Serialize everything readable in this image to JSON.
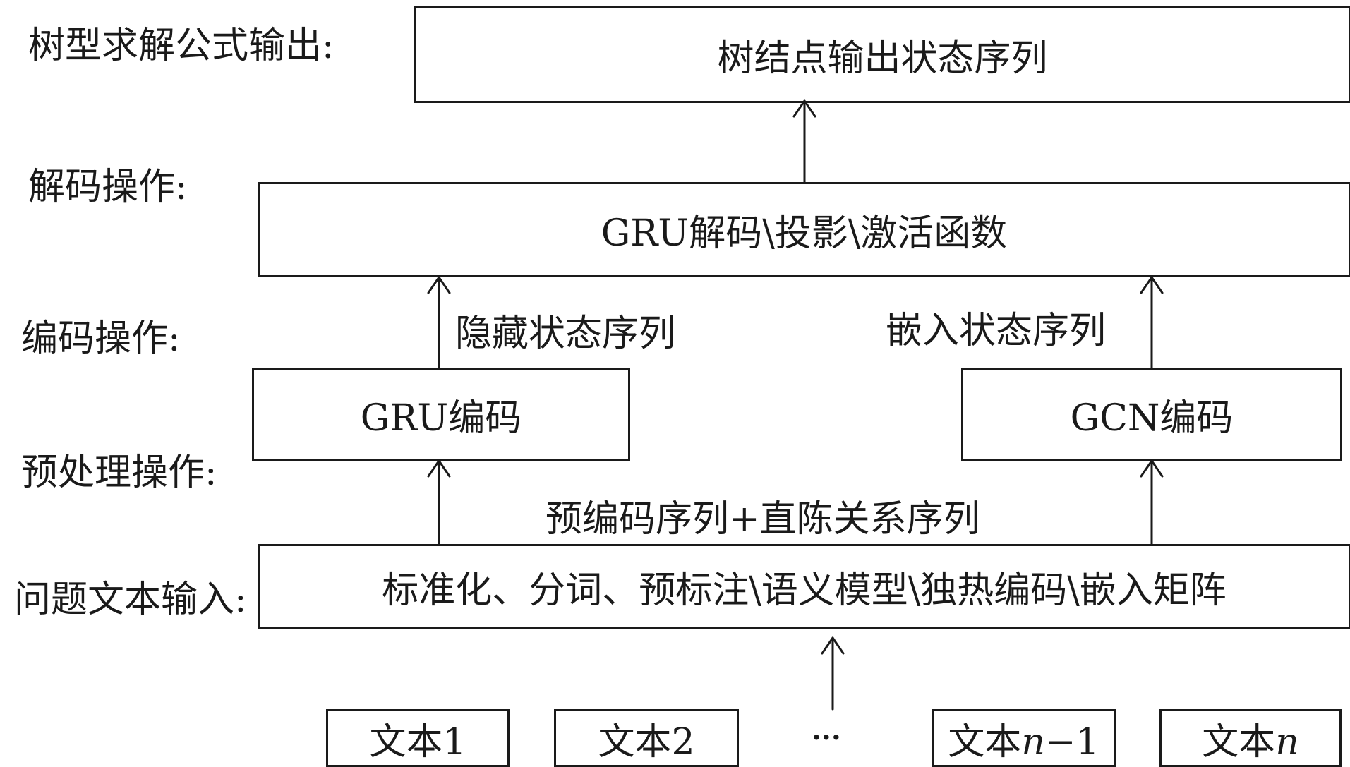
{
  "rows": {
    "output": {
      "label": "树型求解公式输出:",
      "box": "树结点输出状态序列"
    },
    "decode": {
      "label": "解码操作:",
      "box": "GRU解码\\投影\\激活函数"
    },
    "encode": {
      "label": "编码操作:",
      "gru_box": "GRU编码",
      "gcn_box": "GCN编码"
    },
    "preprocess": {
      "label": "预处理操作:",
      "box": "标准化、分词、预标注\\语义模型\\独热编码\\嵌入矩阵"
    },
    "input": {
      "label": "问题文本输入:",
      "items": [
        {
          "prefix": "文本",
          "suffix": "1"
        },
        {
          "prefix": "文本",
          "suffix": "2"
        },
        {
          "prefix": "文本",
          "suffix": "n",
          "tail": "−1"
        },
        {
          "prefix": "文本",
          "suffix": "n"
        }
      ],
      "ellipsis": "···"
    }
  },
  "flow_labels": {
    "hidden_states": "隐藏状态序列",
    "embedding_states": "嵌入状态序列",
    "pre_encoded": "预编码序列+直陈关系序列"
  }
}
